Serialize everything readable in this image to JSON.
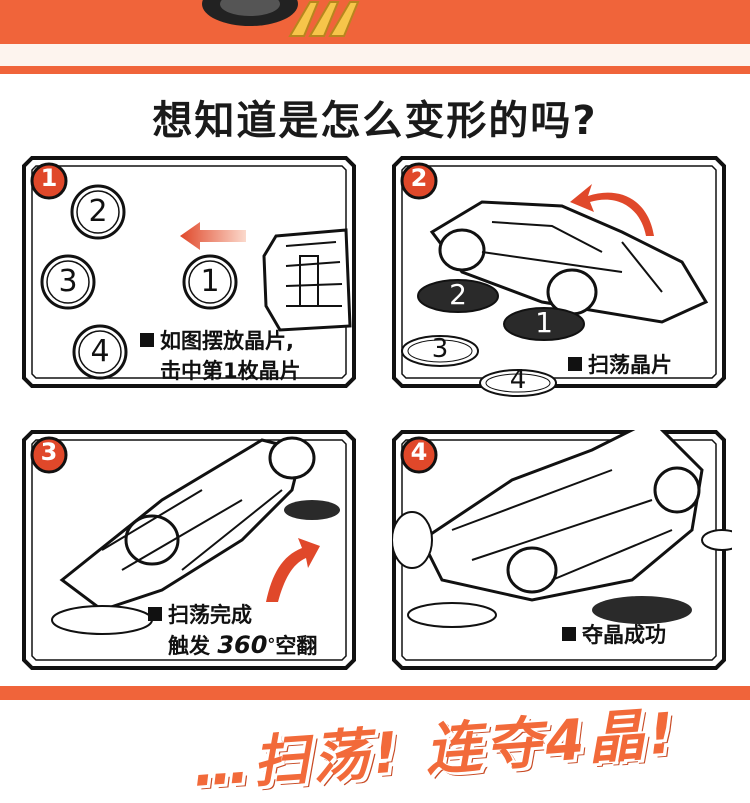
{
  "headline": "想知道是怎么变形的吗?",
  "colors": {
    "accent": "#f0643a",
    "badge_red": "#e0482a",
    "frame_black": "#111111"
  },
  "steps": [
    {
      "number": "1",
      "caption_line1": "如图摆放晶片,",
      "caption_line2": "击中第1枚晶片",
      "discs": [
        "1",
        "2",
        "3",
        "4"
      ]
    },
    {
      "number": "2",
      "caption_line1": "扫荡晶片",
      "discs": [
        "1",
        "2",
        "3",
        "4"
      ]
    },
    {
      "number": "3",
      "caption_line1": "扫荡完成",
      "caption_line2_a": "触发 ",
      "caption_line2_b": "360",
      "caption_line2_deg": "°",
      "caption_line2_c": "空翻"
    },
    {
      "number": "4",
      "caption_line1": "夺晶成功"
    }
  ],
  "slogan": "…扫荡! 连夺4晶!"
}
